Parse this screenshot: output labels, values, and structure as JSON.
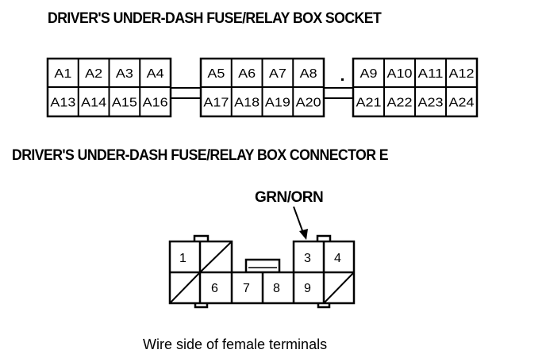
{
  "socket": {
    "title": "DRIVER'S UNDER-DASH FUSE/RELAY BOX SOCKET",
    "blocks": [
      {
        "top_row": [
          "A1",
          "A2",
          "A3",
          "A4"
        ],
        "bottom_row": [
          "A13",
          "A14",
          "A15",
          "A16"
        ]
      },
      {
        "top_row": [
          "A5",
          "A6",
          "A7",
          "A8"
        ],
        "bottom_row": [
          "A17",
          "A18",
          "A19",
          "A20"
        ]
      },
      {
        "top_row": [
          "A9",
          "A10",
          "A11",
          "A12"
        ],
        "bottom_row": [
          "A21",
          "A22",
          "A23",
          "A24"
        ]
      }
    ]
  },
  "connector": {
    "title": "DRIVER'S UNDER-DASH FUSE/RELAY BOX CONNECTOR E",
    "wire_label": "GRN/ORN",
    "wire_terminal": "3",
    "terminals": {
      "t1": "1",
      "t3": "3",
      "t4": "4",
      "t6": "6",
      "t7": "7",
      "t8": "8",
      "t9": "9"
    },
    "empty_cavities": [
      "top-row position 2",
      "bottom-row position 5",
      "bottom-row position 10"
    ],
    "caption": "Wire side of female terminals"
  }
}
